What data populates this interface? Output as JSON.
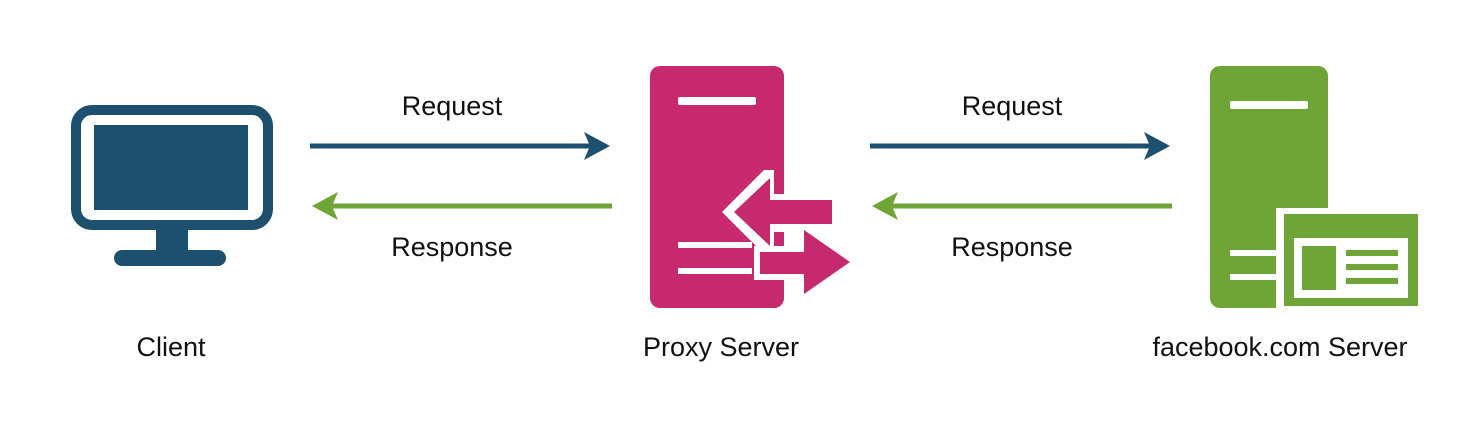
{
  "nodes": {
    "client": {
      "label": "Client",
      "color": "#1d4f6e"
    },
    "proxy": {
      "label": "Proxy Server",
      "color": "#c6296e"
    },
    "origin": {
      "label": "facebook.com Server",
      "color": "#6ea536"
    }
  },
  "edges": {
    "client_to_proxy_request": {
      "label": "Request",
      "color": "#1d4f6e"
    },
    "proxy_to_client_response": {
      "label": "Response",
      "color": "#6ea536"
    },
    "proxy_to_origin_request": {
      "label": "Request",
      "color": "#1d4f6e"
    },
    "origin_to_proxy_response": {
      "label": "Response",
      "color": "#6ea536"
    }
  }
}
